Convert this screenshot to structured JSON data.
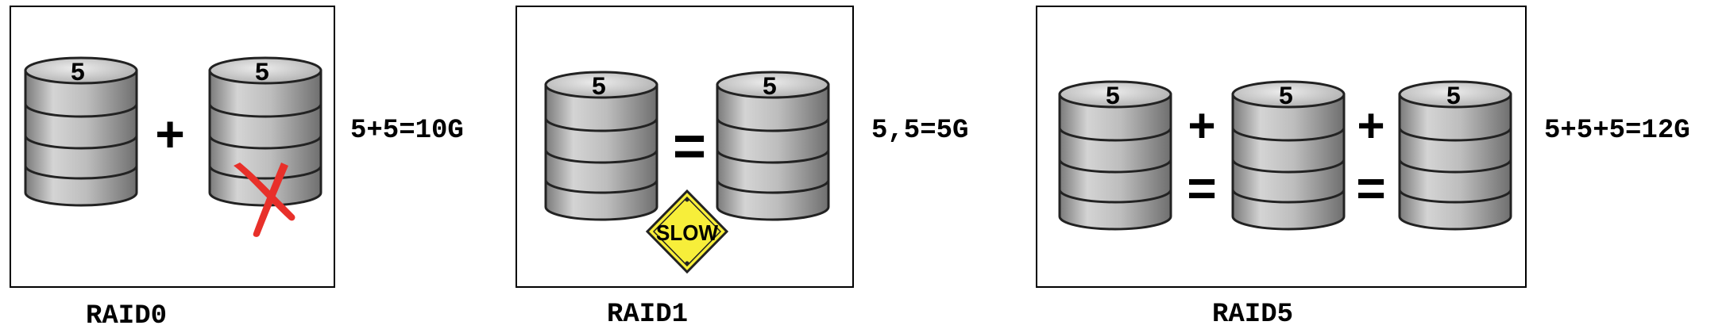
{
  "raid0": {
    "label": "RAID0",
    "formula": "5+5=10G",
    "disk_capacity": "5",
    "plus": "+"
  },
  "raid1": {
    "label": "RAID1",
    "formula": "5,5=5G",
    "disk_capacity": "5",
    "equals": "=",
    "warning": "SLOW"
  },
  "raid5": {
    "label": "RAID5",
    "formula": "5+5+5=12G",
    "disk_capacity": "5",
    "plus": "+",
    "equals": "="
  },
  "colors": {
    "disk_fill": "#c8c8c8",
    "disk_top": "#d9d9d9",
    "failure_mark": "#e8302a",
    "warning_fill": "#f7ee3a"
  },
  "icons": [
    "disk-stack-icon",
    "failed-disk-x-icon",
    "slow-warning-sign-icon"
  ]
}
